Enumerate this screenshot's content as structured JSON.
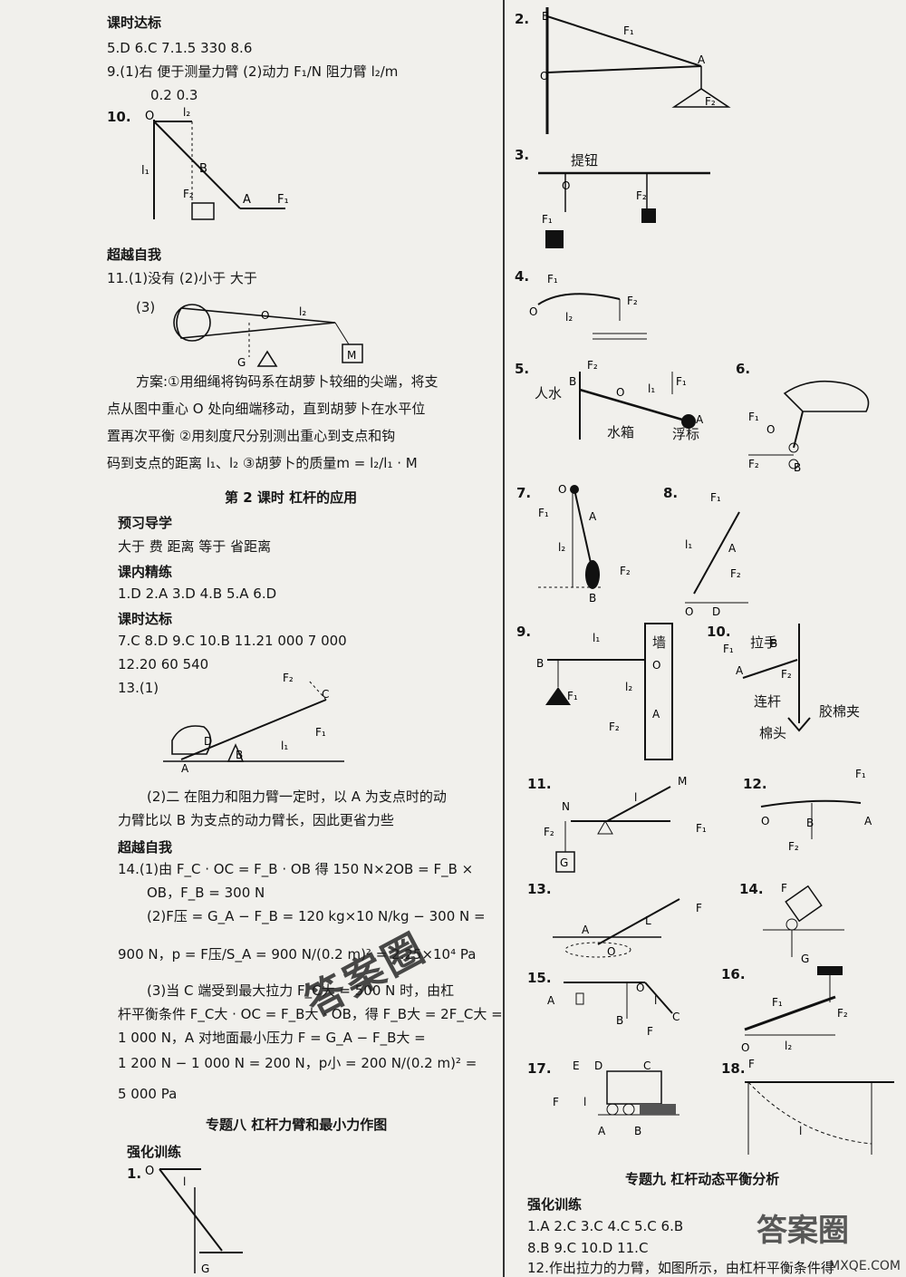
{
  "left": {
    "s1_title": "课时达标",
    "l5": "5.D  6.C  7.1.5   330   8.6",
    "l9": "9.(1)右   便于测量力臂  (2)动力 F₁/N   阻力臂 l₂/m",
    "l9b": "0.2   0.3",
    "q10": "10.",
    "s2_title": "超越自我",
    "l11": "11.(1)没有   (2)小于   大于",
    "l11b": "(3)",
    "plan1": "方案:①用细绳将钩码系在胡萝卜较细的尖端，将支",
    "plan2": "点从图中重心 O 处向细端移动，直到胡萝卜在水平位",
    "plan3": "置再次平衡  ②用刻度尺分别测出重心到支点和钩",
    "plan4": "码到支点的距离 l₁、l₂   ③胡萝卜的质量m = l₂/l₁ · M",
    "lesson2": "第 2 课时   杠杆的应用",
    "s3_title": "预习导学",
    "l_pre": "大于   费   距离   等于   省距离",
    "s4_title": "课内精练",
    "l_in": "1.D   2.A   3.D   4.B   5.A   6.D",
    "s5_title": "课时达标",
    "l7": "7.C   8.D   9.C   10.B   11.21 000   7 000",
    "l12": "12.20   60   540",
    "l13": "13.(1)",
    "l13b": "(2)二   在阻力和阻力臂一定时，以 A 为支点时的动",
    "l13c": "力臂比以 B 为支点的动力臂长，因此更省力些",
    "s6_title": "超越自我",
    "l14a": "14.(1)由 F_C · OC = F_B · OB 得 150 N×2OB = F_B ×",
    "l14b": "OB，F_B = 300 N",
    "l14c": "(2)F压 = G_A − F_B = 120 kg×10 N/kg − 300 N =",
    "l14d": "900 N，p = F压/S_A = 900 N/(0.2 m)² = 2.25×10⁴ Pa",
    "l14e": "(3)当 C 端受到最大拉力 F_C大 = 500 N 时，由杠",
    "l14f": "杆平衡条件 F_C大 · OC = F_B大 · OB，得 F_B大 = 2F_C大 =",
    "l14g": "1 000 N，A 对地面最小压力 F = G_A − F_B大 =",
    "l14h": "1 200 N − 1 000 N = 200 N，p小 = 200 N/(0.2 m)² =",
    "l14i": "5 000 Pa",
    "topic8": "专题八   杠杆力臂和最小力作图",
    "s7_title": "强化训练",
    "q1": "1."
  },
  "right": {
    "q2": "2.",
    "q3": "3.",
    "q3_label": "提钮",
    "q4": "4.",
    "q5": "5.",
    "q5_in": "人水",
    "q5_tank": "水箱",
    "q5_float": "浮标",
    "q6": "6.",
    "q7": "7.",
    "q8": "8.",
    "q9": "9.",
    "q9_wall": "墙",
    "q10": "10.",
    "q10_handle": "拉手",
    "q10_rod": "连杆",
    "q10_clip": "胶棉夹",
    "q10_head": "棉头",
    "q11": "11.",
    "q12": "12.",
    "q13": "13.",
    "q14": "14.",
    "q15": "15.",
    "q16": "16.",
    "q17": "17.",
    "q18": "18.",
    "topic9": "专题九   杠杆动态平衡分析",
    "s_title": "强化训练",
    "ans_a": "1.A   2.C   3.C   4.C   5.C   6.B",
    "ans_b": "8.B   9.C   10.D   11.C",
    "ans_c": "12.作出拉力的力臂，如图所示，由杠杆平衡条件得"
  },
  "watermark": "答案圈",
  "watermark_site": "MXQE.COM",
  "stamp": "答案圈"
}
